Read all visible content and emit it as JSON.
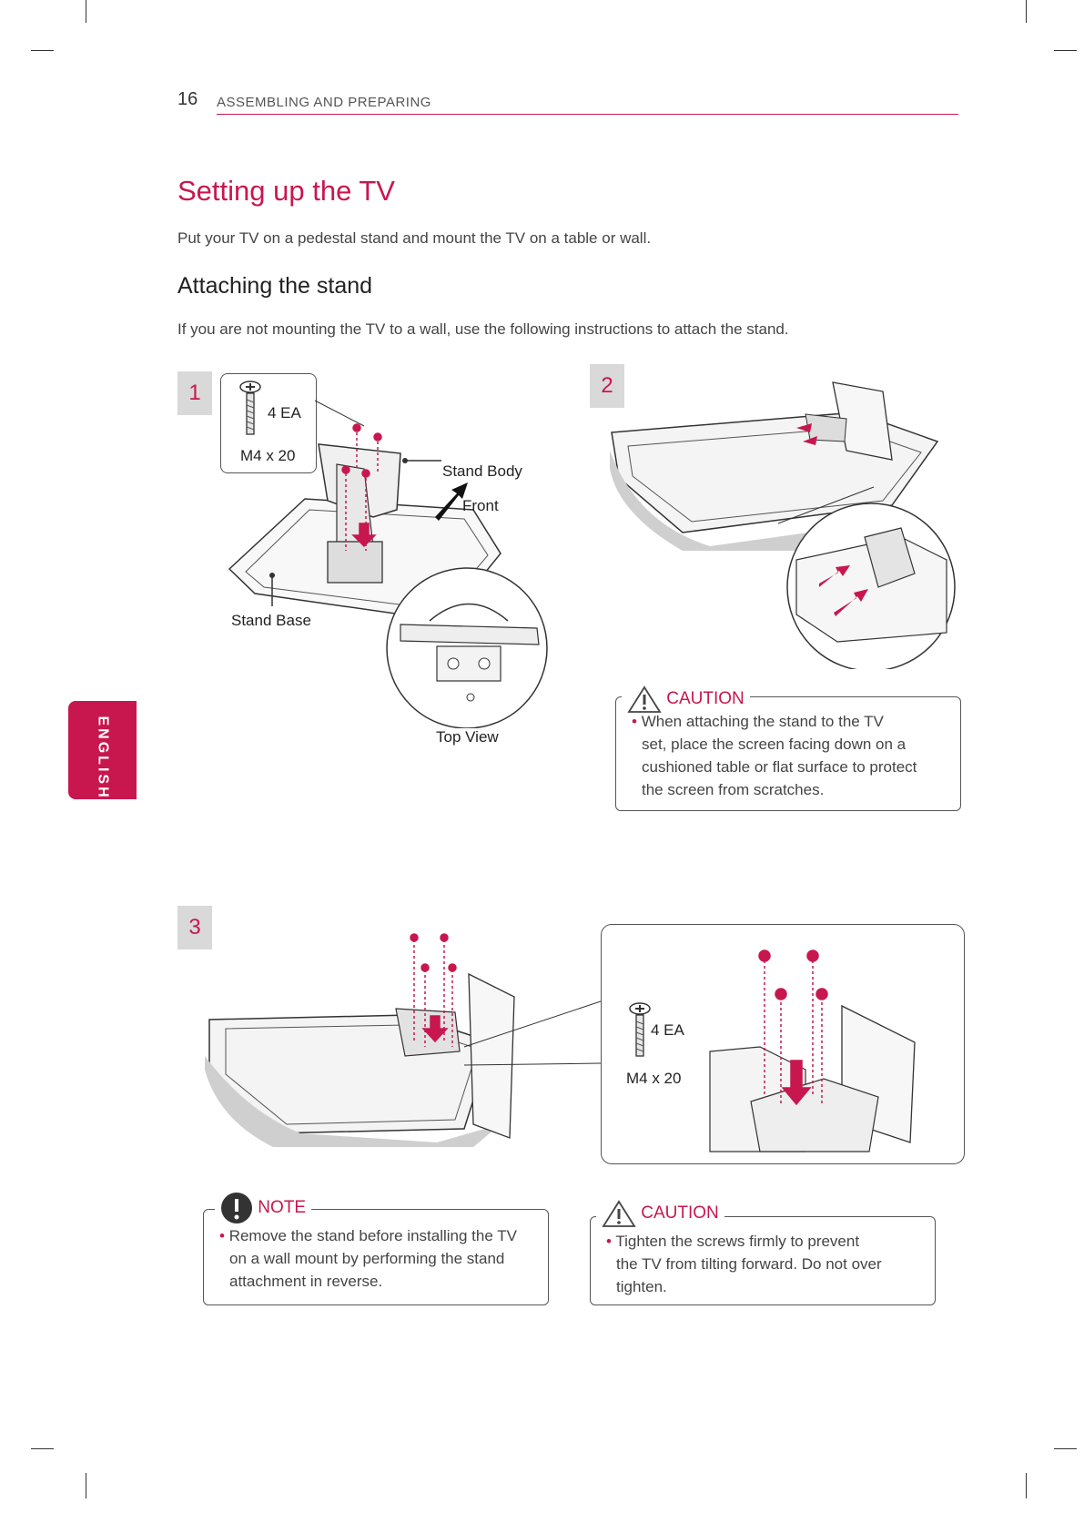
{
  "header": {
    "page_number": "16",
    "section": "ASSEMBLING AND PREPARING"
  },
  "title": "Setting up the TV",
  "intro": "Put your TV on a pedestal stand and mount the TV on a table or wall.",
  "subtitle": "Attaching the stand",
  "subtitle_text": "If you are not mounting the TV to a wall, use the following instructions to attach the stand.",
  "side_tab": "ENGLISH",
  "steps": {
    "s1": "1",
    "s2": "2",
    "s3": "3"
  },
  "step1": {
    "screw_qty": "4 EA",
    "screw_size": "M4 x 20",
    "label_body": "Stand Body",
    "label_front": "Front",
    "label_base": "Stand Base",
    "label_top": "Top View"
  },
  "step2": {
    "caution_title": "CAUTION",
    "caution_text": "When attaching the stand to the TV set, place the screen facing down on a cushioned table or flat surface to protect the screen from scratches.",
    "caution_lines": [
      "When attaching the stand to the TV",
      "set, place the screen facing down on a",
      "cushioned table or flat surface to protect",
      "the screen from scratches."
    ]
  },
  "step3": {
    "screw_qty": "4 EA",
    "screw_size": "M4 x 20",
    "note_title": "NOTE",
    "note_lines": [
      "Remove the stand before installing the TV",
      "on a wall mount by performing the stand",
      "attachment in reverse."
    ],
    "caution_title": "CAUTION",
    "caution_lines": [
      "Tighten the screws firmly to prevent",
      "the TV from tilting forward. Do not over",
      "tighten."
    ]
  },
  "colors": {
    "accent": "#c8174e",
    "step_bg": "#d9d9d9"
  },
  "bullet": "•"
}
